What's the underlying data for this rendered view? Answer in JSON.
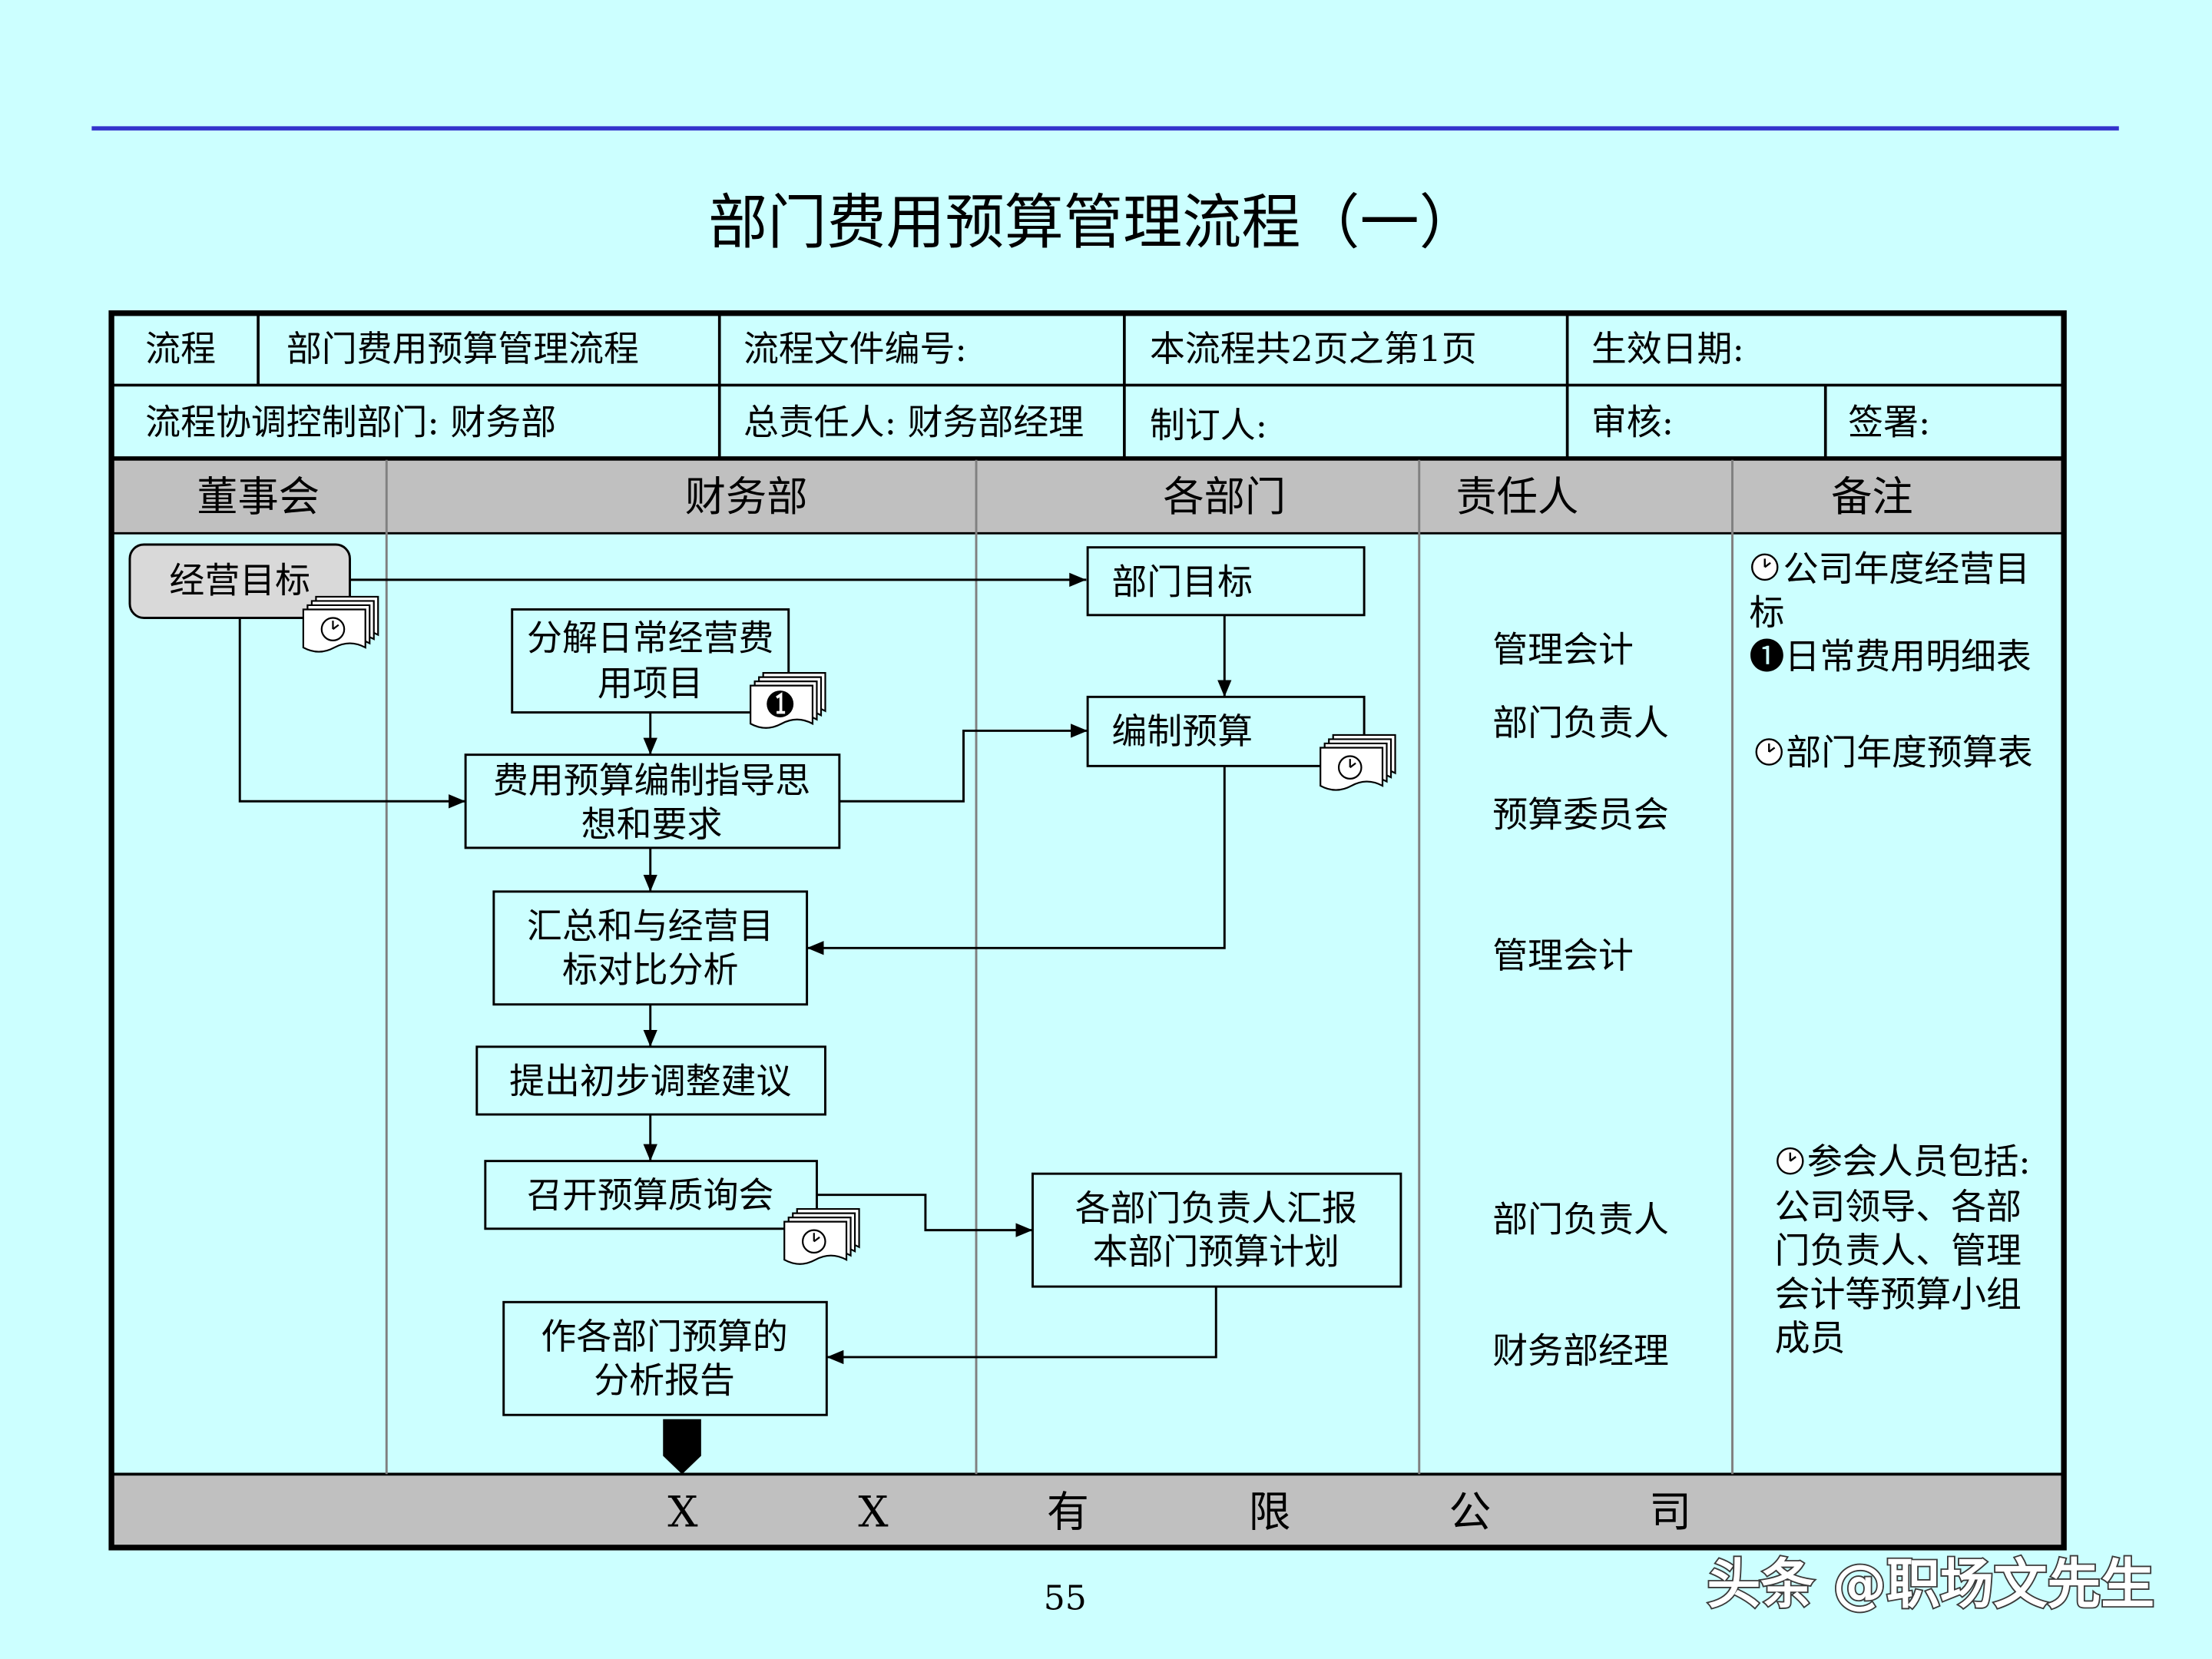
{
  "slide": {
    "title": "部门费用预算管理流程（一）",
    "page_number": "55",
    "watermark": "头条 @职场文先生",
    "colors": {
      "background": "#CCFFFF",
      "top_rule": "#3333CC",
      "header_fill": "#C0C0C0",
      "footer_fill": "#C0C0C0",
      "start_node_fill": "#D9D9D9",
      "lane_divider": "#808080"
    }
  },
  "info_table": {
    "row1": {
      "process_label": "流程",
      "process_name": "部门费用预算管理流程",
      "file_number": "流程文件编号:",
      "page_info": "本流程共2页之第1页",
      "effective_date": "生效日期:"
    },
    "row2": {
      "coordinator": "流程协调控制部门: 财务部",
      "owner": "总责任人: 财务部经理",
      "author": "制订人:",
      "reviewer": "审核:",
      "signer": "签署:"
    }
  },
  "lanes": [
    "董事会",
    "财务部",
    "各部门",
    "责任人",
    "备注"
  ],
  "nodes": {
    "business_goal": {
      "lines": [
        "经营目标"
      ],
      "icon": "clock-document-icon"
    },
    "dept_goal": {
      "lines": [
        "部门目标"
      ]
    },
    "decompose_items": {
      "lines": [
        "分解日常经营费",
        "用项目"
      ],
      "icon": "number-1-document-icon"
    },
    "guideline": {
      "lines": [
        "费用预算编制指导思",
        "想和要求"
      ]
    },
    "compile_budget": {
      "lines": [
        "编制预算"
      ],
      "icon": "clock-document-icon"
    },
    "summary_compare": {
      "lines": [
        "汇总和与经营目",
        "标对比分析"
      ]
    },
    "adjust_proposal": {
      "lines": [
        "提出初步调整建议"
      ]
    },
    "review_meeting": {
      "lines": [
        "召开预算质询会"
      ],
      "icon": "clock-document-icon"
    },
    "dept_report": {
      "lines": [
        "各部门负责人汇报",
        "本部门预算计划"
      ]
    },
    "analysis_report": {
      "lines": [
        "作各部门预算的",
        "分析报告"
      ],
      "icon": "off-page-connector-icon"
    }
  },
  "responsible": [
    "管理会计",
    "部门负责人",
    "预算委员会",
    "管理会计",
    "部门负责人",
    "财务部经理"
  ],
  "notes": [
    {
      "icon": "clock-icon",
      "lines": [
        "公司年度经营目",
        "标"
      ]
    },
    {
      "lines": [
        "❶日常费用明细表"
      ]
    },
    {
      "icon": "clock-icon",
      "lines": [
        "部门年度预算表"
      ]
    },
    {
      "icon": "clock-icon",
      "lines": [
        "参会人员包括:",
        "公司领导、各部",
        "门负责人、管理",
        "会计等预算小组",
        "成员"
      ]
    }
  ],
  "footer": {
    "company": [
      "X",
      "X",
      "有",
      "限",
      "公",
      "司"
    ]
  }
}
